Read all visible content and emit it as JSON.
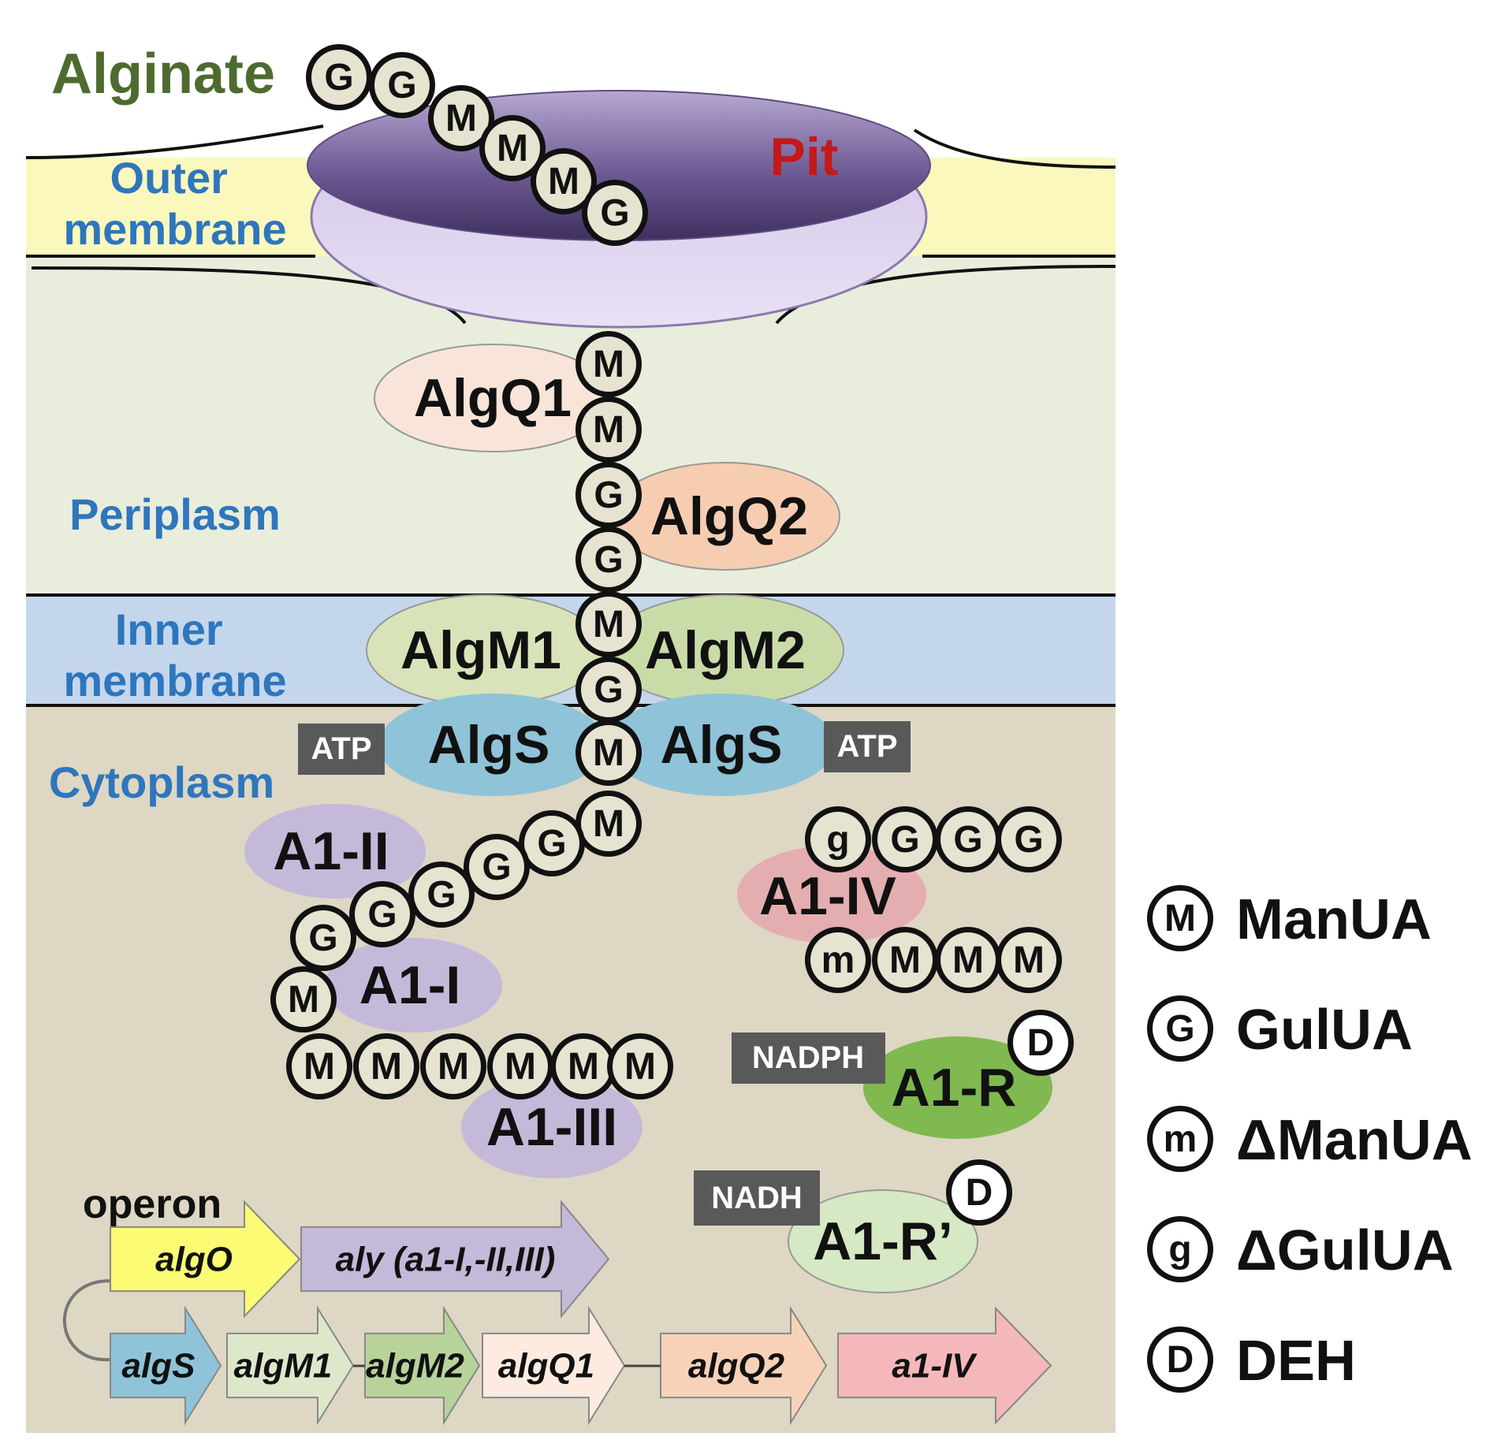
{
  "compartments": {
    "outer_membrane": "Outer\nmembrane",
    "periplasm": "Periplasm",
    "inner_membrane": "Inner\nmembrane",
    "cytoplasm": "Cytoplasm"
  },
  "alginate_label": "Alginate",
  "pit_label": "Pit",
  "proteins": {
    "algq1": "AlgQ1",
    "algq2": "AlgQ2",
    "algm1": "AlgM1",
    "algm2": "AlgM2",
    "algs_left": "AlgS",
    "algs_right": "AlgS",
    "a1_i": "A1-I",
    "a1_ii": "A1-II",
    "a1_iii": "A1-III",
    "a1_iv": "A1-IV",
    "a1_r": "A1-R",
    "a1_r_prime": "A1-R’"
  },
  "cofactors": {
    "atp_left": "ATP",
    "atp_right": "ATP",
    "nadph": "NADPH",
    "nadh": "NADH"
  },
  "chains": {
    "surface": [
      "G",
      "G",
      "M",
      "M",
      "M",
      "G"
    ],
    "transit": [
      "M",
      "M",
      "G",
      "G",
      "M",
      "G",
      "M",
      "M"
    ],
    "a1_ii_chain": [
      "G",
      "G",
      "G",
      "G",
      "G"
    ],
    "a1_i_chain": [
      "M"
    ],
    "a1_iii_chain": [
      "M",
      "M",
      "M",
      "M",
      "M",
      "M"
    ],
    "a1_iv_top": [
      "g",
      "G",
      "G",
      "G"
    ],
    "a1_iv_bottom": [
      "m",
      "M",
      "M",
      "M"
    ],
    "a1_r_chain": [
      "D"
    ],
    "a1_r_prime_chain": [
      "D"
    ]
  },
  "operon": {
    "label": "operon",
    "row1": [
      "algO",
      "aly (a1-I,-II,III)"
    ],
    "row2": [
      "algS",
      "algM1",
      "algM2",
      "algQ1",
      "algQ2",
      "a1-IV"
    ]
  },
  "legend": [
    {
      "symbol": "M",
      "label": "ManUA"
    },
    {
      "symbol": "G",
      "label": "GulUA"
    },
    {
      "symbol": "m",
      "label": "ΔManUA"
    },
    {
      "symbol": "g",
      "label": "ΔGulUA"
    },
    {
      "symbol": "D",
      "label": "DEH"
    }
  ],
  "colors": {
    "outer_membrane": "#fbf8bd",
    "periplasm": "#e9eddc",
    "inner_membrane": "#c4d6ec",
    "cytoplasm": "#ddd7c4",
    "compartment_label": "#2e76bd",
    "alginate_label": "#4e6b2f",
    "pit_label": "#c21a1a",
    "cofactor_box": "#595959"
  }
}
